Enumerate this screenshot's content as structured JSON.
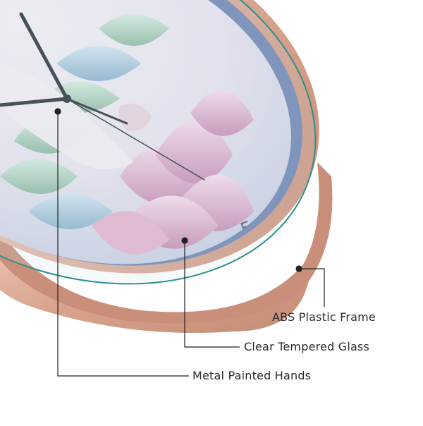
{
  "callouts": {
    "frame": "ABS Plastic Frame",
    "glass": "Clear Tempered Glass",
    "hands": "Metal Painted Hands"
  },
  "colors": {
    "frame_rose_gold": "#d9a48f",
    "glass_edge_teal": "#2f8f8a",
    "dial_inner_blue": "#6f86b4",
    "petal_pink": "#e7b7d3",
    "petal_green": "#a9cbb7",
    "petal_blue": "#9cc0d6",
    "hands_dark": "#2d333b",
    "callout_line": "#222222"
  },
  "icons": [
    "clock-hands-icon",
    "lotus-flower-icon"
  ]
}
